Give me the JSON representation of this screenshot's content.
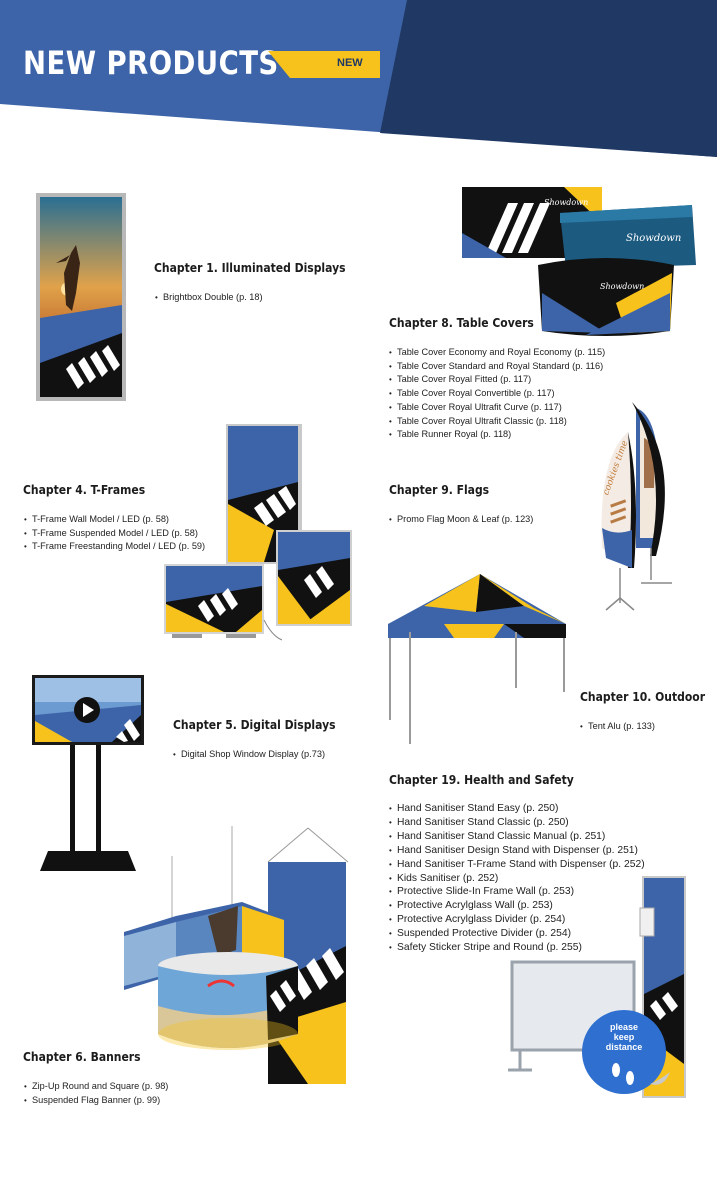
{
  "header": {
    "title": "NEW PRODUCTS",
    "badge": "NEW"
  },
  "colors": {
    "navy": "#1f3864",
    "blue": "#3d64a8",
    "yellow": "#f7c21b",
    "black": "#111111"
  },
  "chapters": [
    {
      "id": "ch1",
      "title": "Chapter 1. Illuminated Displays",
      "items": [
        "Brightbox Double (p. 18)"
      ]
    },
    {
      "id": "ch8",
      "title": "Chapter 8. Table Covers",
      "items": [
        "Table Cover Economy and Royal Economy (p. 115)",
        "Table Cover Standard and Royal Standard (p. 116)",
        "Table Cover Royal Fitted (p. 117)",
        "Table Cover Royal Convertible (p. 117)",
        "Table Cover Royal Ultrafit Curve (p. 117)",
        "Table Cover Royal Ultrafit Classic (p. 118)",
        "Table Runner Royal (p. 118)"
      ]
    },
    {
      "id": "ch4",
      "title": "Chapter 4. T-Frames",
      "items": [
        "T-Frame Wall Model / LED (p. 58)",
        "T-Frame Suspended Model / LED (p. 58)",
        "T-Frame Freestanding Model / LED (p. 59)"
      ]
    },
    {
      "id": "ch9",
      "title": "Chapter 9. Flags",
      "items": [
        "Promo Flag Moon & Leaf (p. 123)"
      ]
    },
    {
      "id": "ch10",
      "title": "Chapter 10. Outdoor",
      "items": [
        "Tent Alu (p. 133)"
      ]
    },
    {
      "id": "ch5",
      "title": "Chapter 5. Digital Displays",
      "items": [
        "Digital Shop Window Display (p.73)"
      ]
    },
    {
      "id": "ch19",
      "title": "Chapter 19. Health and Safety",
      "items": [
        "Hand Sanitiser Stand Easy (p. 250)",
        "Hand Sanitiser Stand Classic (p. 250)",
        "Hand Sanitiser Stand Classic Manual (p. 251)",
        "Hand Sanitiser Design Stand with Dispenser (p. 251)",
        "Hand Sanitiser T-Frame Stand with Dispenser (p. 252)",
        "Kids Sanitiser (p. 252)",
        "Protective Slide-In Frame Wall (p. 253)",
        "Protective Acrylglass Wall (p. 253)",
        "Protective Acrylglass Divider (p. 254)",
        "Suspended Protective Divider (p. 254)",
        "Safety Sticker Stripe and Round (p. 255)"
      ]
    },
    {
      "id": "ch6",
      "title": "Chapter 6. Banners",
      "items": [
        "Zip-Up Round and Square (p. 98)",
        "Suspended Flag Banner (p. 99)"
      ]
    }
  ],
  "illustrations": {
    "table_cover_brand": "Showdown",
    "flag_text": "cookies time",
    "sticker_text": [
      "please",
      "keep",
      "distance"
    ]
  }
}
